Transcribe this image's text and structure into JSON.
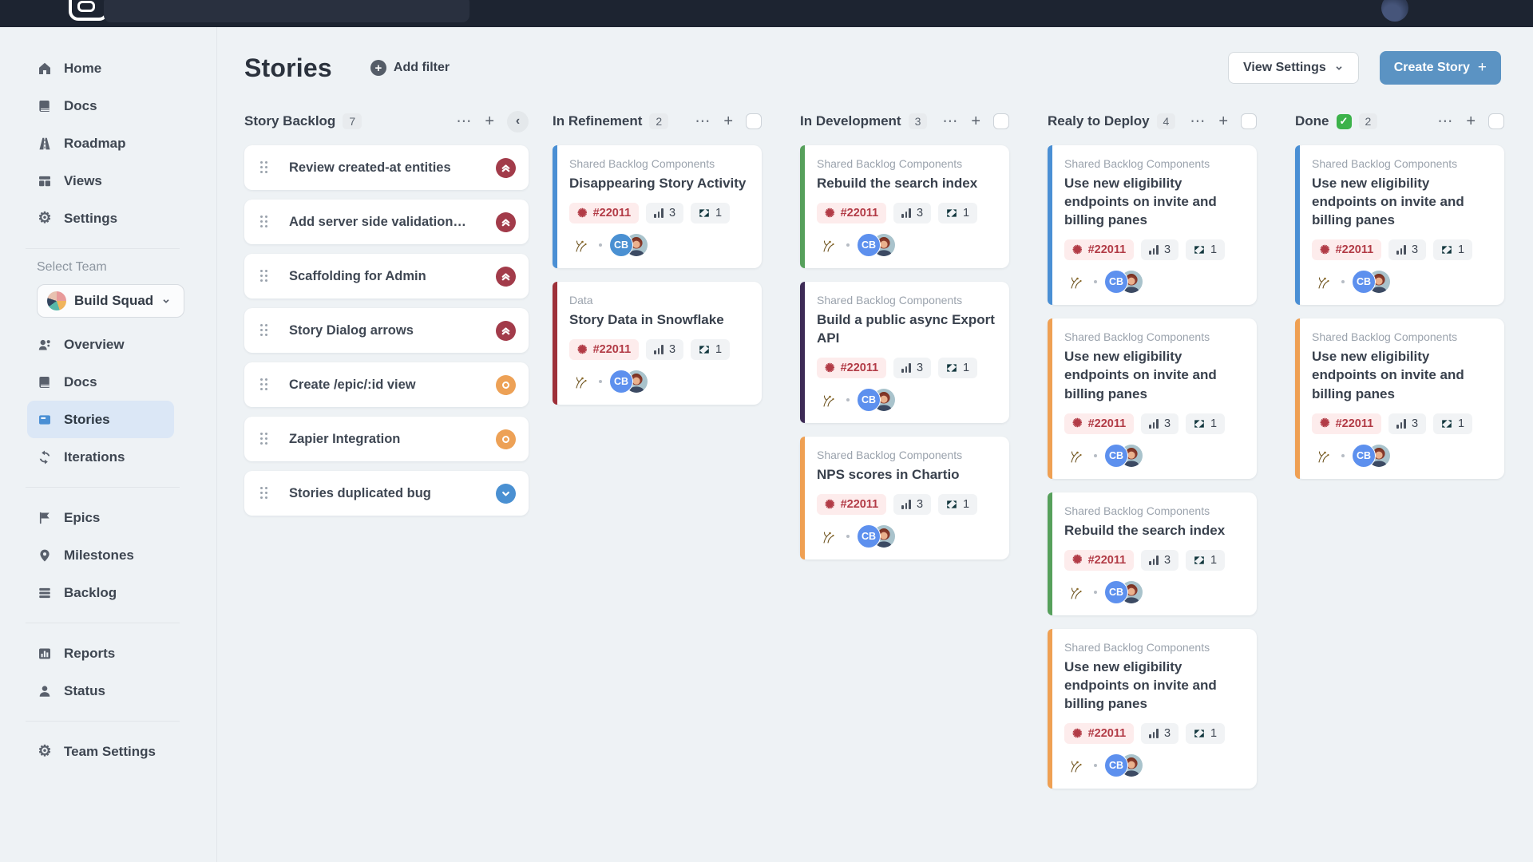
{
  "navbar": {
    "search_value": ""
  },
  "icons": {
    "overflow": "⋯",
    "plus": "+",
    "collapse_left": "‹",
    "ticket_burst": "✺",
    "done_check": "✓"
  },
  "colors": {
    "accent_blue": "#5b93c3",
    "active_item_bg": "#dbe7f6",
    "priority_highest": "#a23b4a",
    "priority_medium": "#eda156",
    "priority_low": "#4a90d2"
  },
  "sidebar": {
    "main_items": [
      {
        "label": "Home"
      },
      {
        "label": "Docs"
      },
      {
        "label": "Roadmap"
      },
      {
        "label": "Views"
      },
      {
        "label": "Settings"
      }
    ],
    "select_team_label": "Select Team",
    "team_selector": "Build Squad",
    "team_items": [
      {
        "label": "Overview"
      },
      {
        "label": "Docs"
      },
      {
        "label": "Stories"
      },
      {
        "label": "Iterations"
      }
    ],
    "project_items": [
      {
        "label": "Epics"
      },
      {
        "label": "Milestones"
      },
      {
        "label": "Backlog"
      }
    ],
    "report_items": [
      {
        "label": "Reports"
      },
      {
        "label": "Status"
      }
    ],
    "footer_items": [
      {
        "label": "Team Settings"
      }
    ]
  },
  "header": {
    "title": "Stories",
    "add_filter": "Add filter",
    "view_settings": "View Settings",
    "create_story": "Create Story",
    "create_story_plus": "+"
  },
  "board": {
    "columns": [
      {
        "name": "Story Backlog",
        "count": "7",
        "items": [
          {
            "title": "Review created-at entities",
            "priority": "highest",
            "priority_color": "#a23b4a"
          },
          {
            "title": "Add server side validation…",
            "priority": "highest",
            "priority_color": "#a23b4a"
          },
          {
            "title": "Scaffolding for Admin",
            "priority": "highest",
            "priority_color": "#a23b4a"
          },
          {
            "title": "Story Dialog arrows",
            "priority": "highest",
            "priority_color": "#a23b4a"
          },
          {
            "title": "Create /epic/:id view",
            "priority": "medium",
            "priority_color": "#eda156"
          },
          {
            "title": "Zapier Integration",
            "priority": "medium",
            "priority_color": "#eda156"
          },
          {
            "title": "Stories duplicated bug",
            "priority": "low",
            "priority_color": "#4a90d2"
          }
        ]
      },
      {
        "name": "In Refinement",
        "count": "2",
        "cards": [
          {
            "label": "Shared Backlog Components",
            "title": "Disappearing Story Activity",
            "edge_color": "#4a8fd4",
            "ticket": "#22011",
            "metric": "3",
            "zendesk": "1",
            "assignee_initials": "CB"
          },
          {
            "label": "Data",
            "title": "Story Data in Snowflake",
            "edge_color": "#9e3039",
            "ticket": "#22011",
            "metric": "3",
            "zendesk": "1",
            "assignee_initials": "CB"
          }
        ]
      },
      {
        "name": "In Development",
        "count": "3",
        "cards": [
          {
            "label": "Shared Backlog Components",
            "title": "Rebuild the search index",
            "edge_color": "#56a05b",
            "ticket": "#22011",
            "metric": "3",
            "zendesk": "1",
            "assignee_initials": "CB"
          },
          {
            "label": "Shared Backlog Components",
            "title": "Build a public async Export API",
            "edge_color": "#3d2b56",
            "ticket": "#22011",
            "metric": "3",
            "zendesk": "1",
            "assignee_initials": "CB"
          },
          {
            "label": "Shared Backlog Components",
            "title": "NPS scores in Chartio",
            "edge_color": "#efa053",
            "ticket": "#22011",
            "metric": "3",
            "zendesk": "1",
            "assignee_initials": "CB"
          }
        ]
      },
      {
        "name": "Realy to Deploy",
        "count": "4",
        "cards": [
          {
            "label": "Shared Backlog Components",
            "title": "Use new eligibility endpoints on invite and billing panes",
            "edge_color": "#4a8fd4",
            "ticket": "#22011",
            "metric": "3",
            "zendesk": "1",
            "assignee_initials": "CB"
          },
          {
            "label": "Shared Backlog Components",
            "title": "Use new eligibility endpoints on invite and billing panes",
            "edge_color": "#efa053",
            "ticket": "#22011",
            "metric": "3",
            "zendesk": "1",
            "assignee_initials": "CB"
          },
          {
            "label": "Shared Backlog Components",
            "title": "Rebuild the search index",
            "edge_color": "#56a05b",
            "ticket": "#22011",
            "metric": "3",
            "zendesk": "1",
            "assignee_initials": "CB"
          },
          {
            "label": "Shared Backlog Components",
            "title": "Use new eligibility endpoints on invite and billing panes",
            "edge_color": "#efa053",
            "ticket": "#22011",
            "metric": "3",
            "zendesk": "1",
            "assignee_initials": "CB"
          }
        ]
      },
      {
        "name": "Done",
        "count": "2",
        "cards": [
          {
            "label": "Shared Backlog Components",
            "title": "Use new eligibility endpoints on invite and billing panes",
            "edge_color": "#4a8fd4",
            "ticket": "#22011",
            "metric": "3",
            "zendesk": "1",
            "assignee_initials": "CB"
          },
          {
            "label": "Shared Backlog Components",
            "title": "Use new eligibility endpoints on invite and billing panes",
            "edge_color": "#efa053",
            "ticket": "#22011",
            "metric": "3",
            "zendesk": "1",
            "assignee_initials": "CB"
          }
        ]
      }
    ]
  }
}
